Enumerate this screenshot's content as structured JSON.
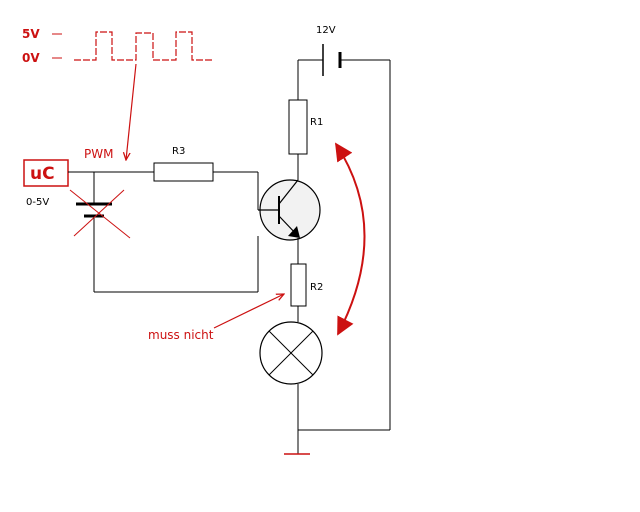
{
  "labels": {
    "v5": "5V",
    "v0": "0V",
    "pwm": "PWM",
    "uc": "uC",
    "range": "0-5V",
    "r3": "R3",
    "r1": "R1",
    "r2": "R2",
    "supply": "12V",
    "note": "muss nicht"
  },
  "colors": {
    "wire": "#000000",
    "annotation": "#cc1111",
    "component_fill": "#ffffff",
    "transistor_fill": "#f2f2f2"
  }
}
